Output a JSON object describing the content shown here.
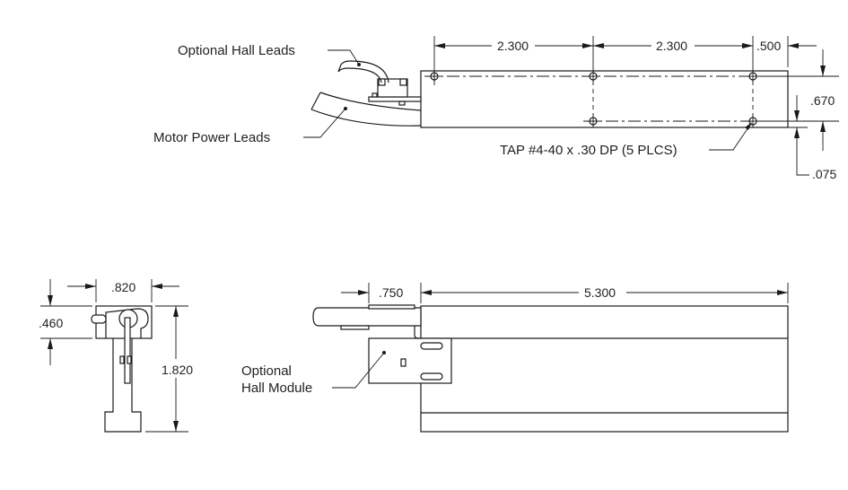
{
  "drawing": {
    "top_view": {
      "callouts": {
        "hall_leads": "Optional Hall Leads",
        "power_leads": "Motor Power Leads",
        "tap_note": "TAP #4-40 x .30 DP (5 PLCS)"
      },
      "dimensions": {
        "spacing_1": "2.300",
        "spacing_2": "2.300",
        "end_offset": ".500",
        "row_spacing": ".670",
        "edge_offset": ".075"
      }
    },
    "end_view": {
      "dimensions": {
        "width": ".820",
        "height": "1.820",
        "top_section": ".460"
      }
    },
    "side_view": {
      "callouts": {
        "hall_module_line1": "Optional",
        "hall_module_line2": "Hall Module"
      },
      "dimensions": {
        "overhang": ".750",
        "length": "5.300"
      }
    }
  }
}
